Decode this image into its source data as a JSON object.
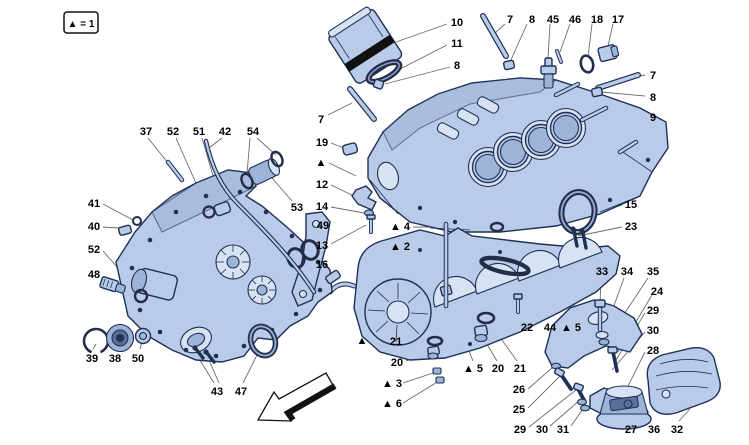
{
  "legend": {
    "text": "▲ = 1"
  },
  "colors": {
    "background": "#ffffff",
    "part_fill": "#b9cbe8",
    "part_light": "#d7e2f2",
    "part_shade": "#9db4d8",
    "part_dark": "#5a6f96",
    "outline": "#1d3056",
    "rubber_seal": "#232d49",
    "leader_line": "#6b6b6b",
    "label_text": "#000000",
    "filter_band": "#111111",
    "arrow_outline": "#111111"
  },
  "callouts": [
    {
      "t": "10"
    },
    {
      "t": "11"
    },
    {
      "t": "8"
    },
    {
      "t": "7"
    },
    {
      "t": "7"
    },
    {
      "t": "8"
    },
    {
      "t": "45"
    },
    {
      "t": "46"
    },
    {
      "t": "18"
    },
    {
      "t": "17"
    },
    {
      "t": "7"
    },
    {
      "t": "8"
    },
    {
      "t": "9"
    },
    {
      "t": "37"
    },
    {
      "t": "52"
    },
    {
      "t": "51"
    },
    {
      "t": "42"
    },
    {
      "t": "54"
    },
    {
      "t": "53"
    },
    {
      "t": "41"
    },
    {
      "t": "40"
    },
    {
      "t": "52"
    },
    {
      "t": "48"
    },
    {
      "t": "39"
    },
    {
      "t": "38"
    },
    {
      "t": "50"
    },
    {
      "t": "43"
    },
    {
      "t": "47"
    },
    {
      "t": "19"
    },
    {
      "t": "▲"
    },
    {
      "t": "12"
    },
    {
      "t": "14"
    },
    {
      "t": "49"
    },
    {
      "t": "13"
    },
    {
      "t": "16"
    },
    {
      "t": "▲ 4"
    },
    {
      "t": "▲ 2"
    },
    {
      "t": "15"
    },
    {
      "t": "23"
    },
    {
      "t": "▲"
    },
    {
      "t": "21"
    },
    {
      "t": "20"
    },
    {
      "t": "▲ 5"
    },
    {
      "t": "20"
    },
    {
      "t": "21"
    },
    {
      "t": "▲ 3"
    },
    {
      "t": "▲ 6"
    },
    {
      "t": "22"
    },
    {
      "t": "44"
    },
    {
      "t": "▲ 5"
    },
    {
      "t": "33"
    },
    {
      "t": "34"
    },
    {
      "t": "35"
    },
    {
      "t": "24"
    },
    {
      "t": "29"
    },
    {
      "t": "30"
    },
    {
      "t": "28"
    },
    {
      "t": "26"
    },
    {
      "t": "25"
    },
    {
      "t": "29"
    },
    {
      "t": "30"
    },
    {
      "t": "31"
    },
    {
      "t": "27"
    },
    {
      "t": "36"
    },
    {
      "t": "32"
    }
  ]
}
